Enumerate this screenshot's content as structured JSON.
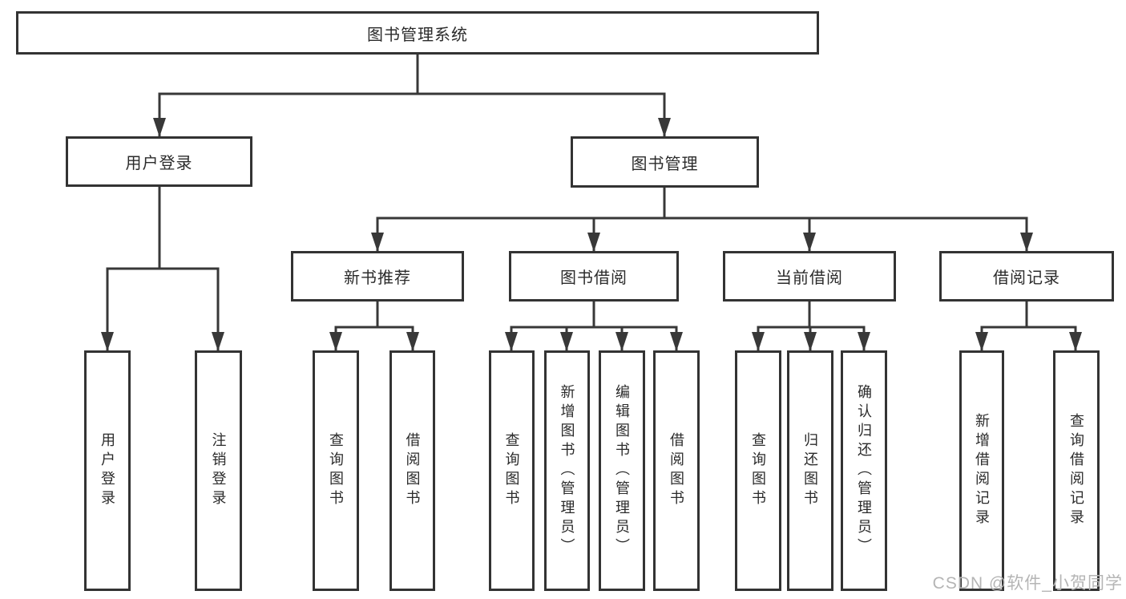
{
  "diagram_type": "hierarchy-tree",
  "colors": {
    "line": "#383838",
    "box_border": "#333333",
    "text": "#2b2b2b",
    "watermark": "#b5b5b5",
    "background": "#ffffff"
  },
  "nodes": {
    "root": "图书管理系统",
    "user_login": "用户登录",
    "book_management": "图书管理",
    "new_book_recommend": "新书推荐",
    "book_borrow": "图书借阅",
    "current_borrow": "当前借阅",
    "borrow_records": "借阅记录",
    "leaf_user_login": "用户登录",
    "leaf_logout": "注销登录",
    "leaf_rec_query_books": "查询图书",
    "leaf_rec_borrow_books": "借阅图书",
    "leaf_bb_query_books": "查询图书",
    "leaf_bb_add_books": "新增图书（管理员）",
    "leaf_bb_edit_books": "编辑图书（管理员）",
    "leaf_bb_borrow_books": "借阅图书",
    "leaf_cb_query_books": "查询图书",
    "leaf_cb_return_books": "归还图书",
    "leaf_cb_confirm_return": "确认归还（管理员）",
    "leaf_br_add_record": "新增借阅记录",
    "leaf_br_query_record": "查询借阅记录"
  },
  "watermark": {
    "text": "CSDN @软件_小贺同学"
  }
}
